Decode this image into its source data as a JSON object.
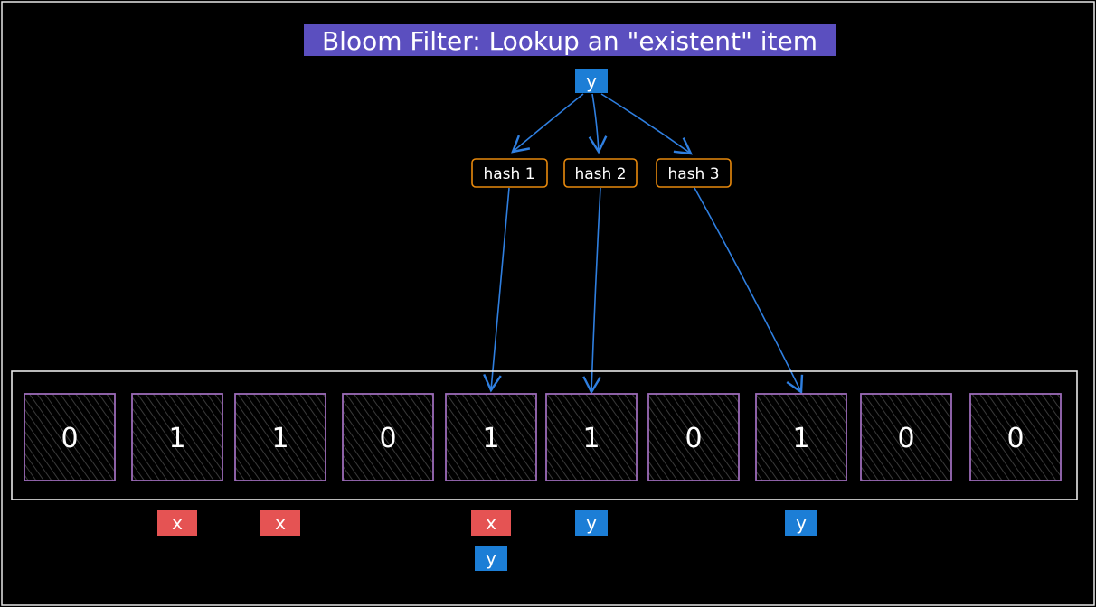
{
  "title": "Bloom Filter: Lookup an \"existent\" item",
  "query_item": "y",
  "hashes": [
    "hash 1",
    "hash 2",
    "hash 3"
  ],
  "bits": [
    "0",
    "1",
    "1",
    "0",
    "1",
    "1",
    "0",
    "1",
    "0",
    "0"
  ],
  "markers": [
    {
      "label": "x",
      "bit_index": 1,
      "row": 0,
      "kind": "x"
    },
    {
      "label": "x",
      "bit_index": 2,
      "row": 0,
      "kind": "x"
    },
    {
      "label": "x",
      "bit_index": 4,
      "row": 0,
      "kind": "x"
    },
    {
      "label": "y",
      "bit_index": 4,
      "row": 1,
      "kind": "y"
    },
    {
      "label": "y",
      "bit_index": 5,
      "row": 0,
      "kind": "y"
    },
    {
      "label": "y",
      "bit_index": 7,
      "row": 0,
      "kind": "y"
    }
  ],
  "hash_targets": [
    4,
    5,
    7
  ],
  "colors": {
    "background": "#000000",
    "frame": "#e8e8e8",
    "title_bg": "#5b4fbf",
    "title_text": "#ffffff",
    "item_y": "#1c7ed6",
    "item_x": "#e55353",
    "hash_border": "#e8890c",
    "arrow": "#2f7fe0",
    "cell_border": "#9b6bb8",
    "cell_text": "#ffffff"
  }
}
